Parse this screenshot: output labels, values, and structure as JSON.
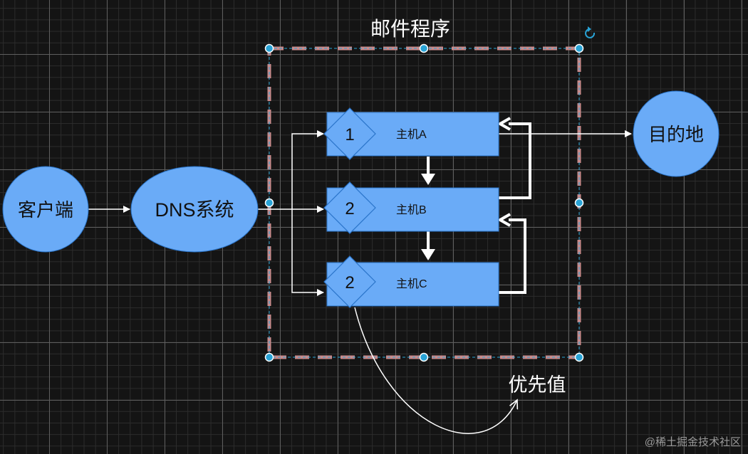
{
  "diagram": {
    "group_title": "邮件程序",
    "nodes": {
      "client": "客户端",
      "dns": "DNS系统",
      "destination": "目的地"
    },
    "hosts": [
      {
        "priority": "1",
        "label": "主机A"
      },
      {
        "priority": "2",
        "label": "主机B"
      },
      {
        "priority": "2",
        "label": "主机C"
      }
    ],
    "annotation": "优先值"
  },
  "watermark": "@稀土掘金技术社区",
  "colors": {
    "node_fill": "#6aabf7",
    "node_border": "#2a74c9",
    "group_border": "#c98a8a",
    "selection": "#29a3d6",
    "connector": "#ffffff"
  }
}
